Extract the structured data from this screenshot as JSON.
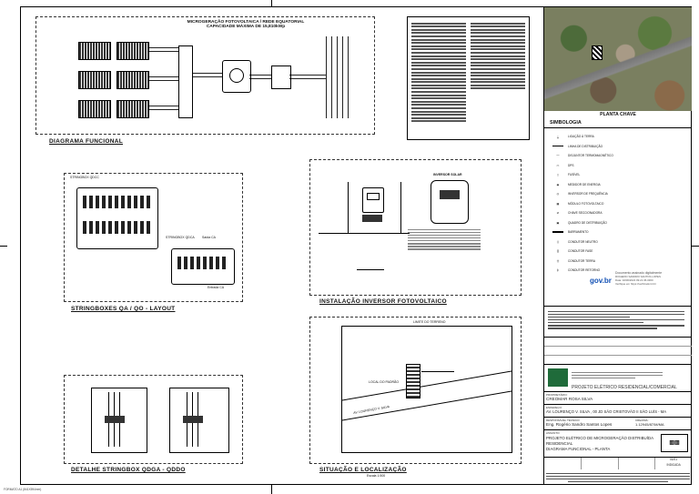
{
  "diagram": {
    "title_line1": "MICROGERAÇÃO FOTOVOLTAICA / REDE EQUATORIAL",
    "title_line2": "CAPACIDADE MÁXIMA DE 15,810kWp",
    "caption": "DIAGRAMA FUNCIONAL"
  },
  "stringbox_layout": {
    "caption": "STRINGBOXES QA / QO - LAYOUT",
    "label_qdcc": "STRINGBOX QDCC",
    "label_qdca": "STRINGBOX QDCA",
    "label_saida": "Saída CA",
    "label_entrada": "Entrada CA"
  },
  "stringbox_detail": {
    "caption": "DETALHE STRINGBOX QDGA - QDDO"
  },
  "inverter": {
    "caption": "INSTALAÇÃO INVERSOR FOTOVOLTAICO",
    "label_inversor": "INVERSOR SOLAR"
  },
  "situation": {
    "caption": "SITUAÇÃO E LOCALIZAÇÃO",
    "scale": "Escala 1:500",
    "local": "LOCAL DO PADRÃO",
    "street": "AV. LOURENÇO V. SILVA",
    "limite": "LIMITE DO TERRENO"
  },
  "key_plan": {
    "title": "PLANTA CHAVE"
  },
  "legend": {
    "title": "SIMBOLOGIA",
    "items": [
      "LIGAÇÃO À TERRA",
      "LINHA DE DISTRIBUIÇÃO",
      "DISJUNTOR TERMOMAGNÉTICO",
      "DPS",
      "FUSÍVEL",
      "MEDIDOR DE ENERGIA",
      "INVERSOR DE FREQUÊNCIA",
      "MÓDULO FOTOVOLTAICO",
      "CHAVE SECCIONADORA",
      "QUADRO DE DISTRIBUIÇÃO",
      "BARRAMENTO",
      "CONDUTOR NEUTRO",
      "CONDUTOR FASE",
      "CONDUTOR TERRA",
      "CONDUTOR RETORNO"
    ]
  },
  "signature": {
    "logo": "gov.br",
    "title": "Documento assinado digitalmente",
    "name": "ROGERIO SANDRO SANTOS LOPES",
    "date": "Data: 02/06/2022 09:21:45-0300",
    "verify": "Verifique em https://verificador.iti.br"
  },
  "title_block": {
    "project_type": "PROJETO ELÉTRICO RESIDENCIAL/COMERCIAL",
    "owner_label": "PROPRIETÁRIO:",
    "owner": "CREOMAR ROSA SILVA",
    "address_label": "ENDEREÇO:",
    "address": "AV. LOURENÇO V. SILVA , 00 JD SÃO CRISTOVÃO II SÃO LUÍS - MA",
    "engineer_label": "RESPONSÁVEL TÉCNICO:",
    "engineer": "Eng. Rogério Sandro Santos Lopes",
    "crea_label": "CREA/MA:",
    "crea": "1.12945/87/M/MA",
    "subject_label": "ASSUNTO:",
    "subject_1": "PROJETO ELÉTRICO DE MICROGERAÇÃO DISTRIBUÍDA",
    "subject_2": "RESIDENCIAL",
    "subject_3": "DIAGRAMA FUNCIONAL - PLANTA",
    "sheet": "01/01",
    "scale": "INDICADA"
  },
  "footer": {
    "format": "FORMATO A1 (841X594mm)"
  }
}
